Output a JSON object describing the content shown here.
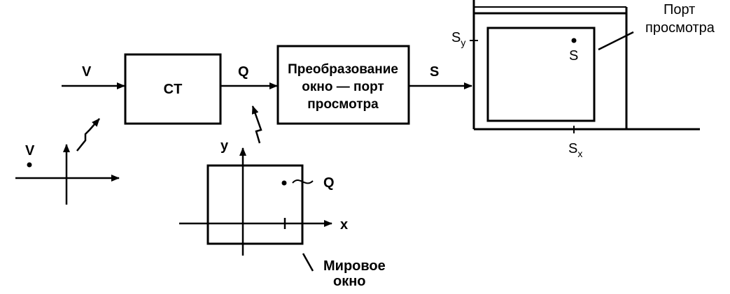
{
  "pipeline": {
    "input_label": "V",
    "ct_label": "CT",
    "q_label": "Q",
    "transform_lines": [
      "Преобразование",
      "окно — порт",
      "просмотра"
    ],
    "s_label": "S"
  },
  "input_space": {
    "point_label": "V"
  },
  "world_window": {
    "y_axis_label": "y",
    "x_axis_label": "x",
    "point_label": "Q",
    "caption_lines": [
      "Мировое",
      "окно"
    ]
  },
  "screen": {
    "sy_base": "S",
    "sy_sub": "y",
    "sx_base": "S",
    "sx_sub": "x",
    "point_label": "S",
    "viewport_caption_lines": [
      "Порт",
      "просмотра"
    ]
  }
}
